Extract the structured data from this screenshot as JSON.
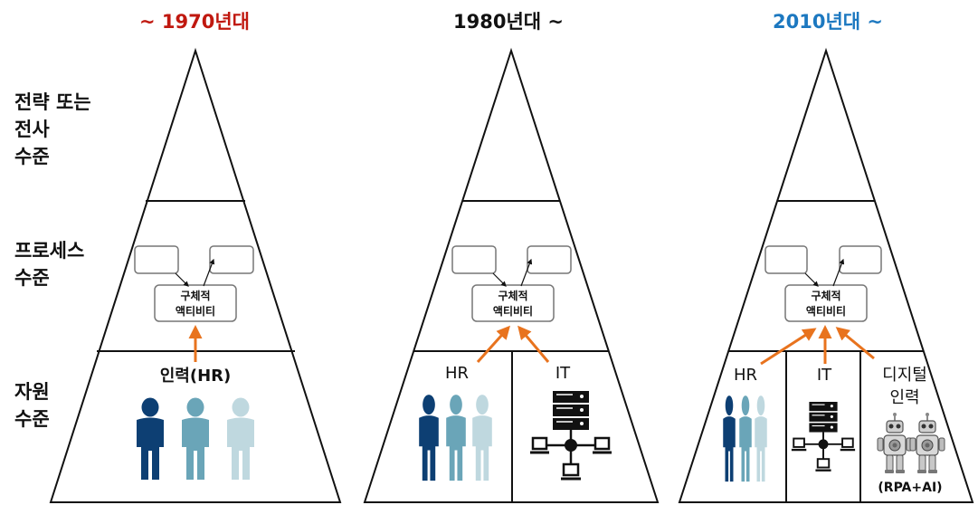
{
  "eras": [
    {
      "label": "~ 1970년대",
      "color": "#c0180f"
    },
    {
      "label": "1980년대 ~",
      "color": "#111111"
    },
    {
      "label": "2010년대 ~",
      "color": "#1c78c0"
    }
  ],
  "levels": {
    "strategy": [
      "전략 또는",
      "전사",
      "수준"
    ],
    "process": [
      "프로세스",
      "수준"
    ],
    "resource": [
      "자원",
      "수준"
    ]
  },
  "activity": [
    "구체적",
    "액티비티"
  ],
  "resources": {
    "hr_1970": "인력(HR)",
    "hr": "HR",
    "it": "IT",
    "digital": [
      "디지털",
      "인력"
    ],
    "rpa_ai": "(RPA+AI)"
  },
  "colors": {
    "arrow": "#e8731e",
    "person_dark": "#0d3f73",
    "person_mid": "#6aa5b8",
    "person_light": "#bfd8df"
  }
}
